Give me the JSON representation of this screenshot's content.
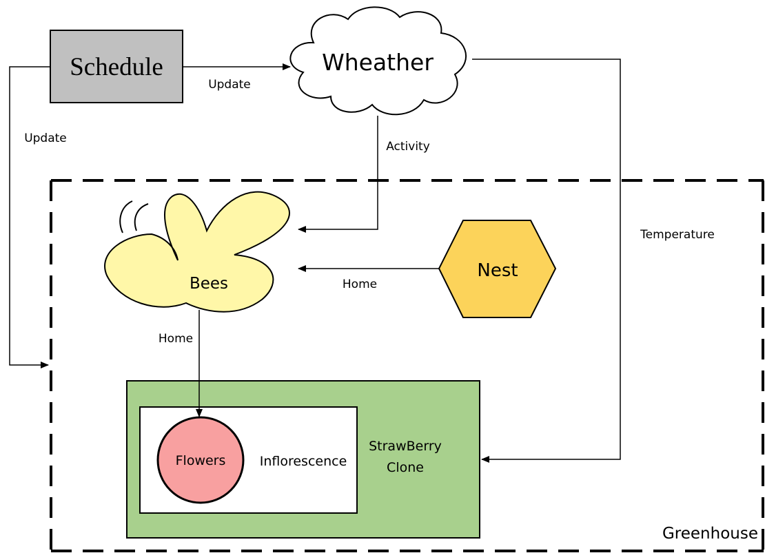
{
  "nodes": {
    "schedule": "Schedule",
    "weather": "Wheather",
    "bees": "Bees",
    "nest": "Nest",
    "strawberry_line1": "StrawBerry",
    "strawberry_line2": "Clone",
    "inflorescence": "Inflorescence",
    "flowers": "Flowers",
    "greenhouse": "Greenhouse"
  },
  "edges": {
    "schedule_to_weather": "Update",
    "schedule_to_greenhouse": "Update",
    "weather_to_bees": "Activity",
    "weather_to_strawberry": "Temperature",
    "nest_to_bees": "Home",
    "bees_to_flowers": "Home"
  },
  "colors": {
    "schedule_fill": "#c0c0c0",
    "bee_fill": "#fff7a8",
    "nest_fill": "#fcd35a",
    "strawberry_fill": "#a8d08d",
    "flowers_fill": "#f8a0a0"
  }
}
